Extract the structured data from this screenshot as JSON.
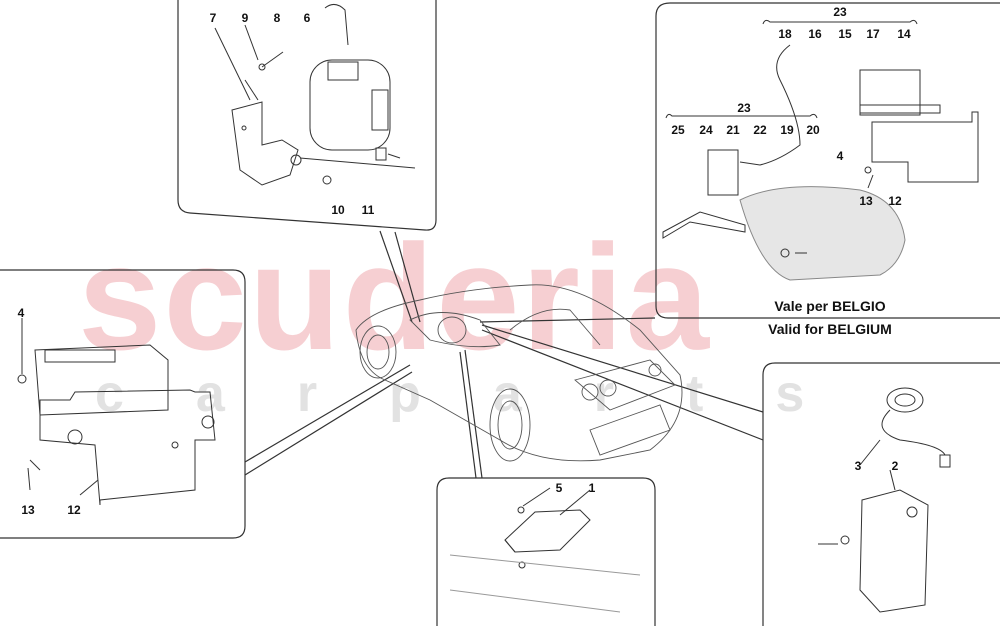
{
  "watermark": {
    "brand": "scuderia",
    "sub": "c a r p a r t s",
    "color": "#f6cfd2"
  },
  "panel_top_center": {
    "labels": [
      "7",
      "9",
      "8",
      "6",
      "10",
      "11"
    ]
  },
  "panel_top_right": {
    "labels": [
      "23",
      "18",
      "16",
      "15",
      "17",
      "14",
      "23",
      "25",
      "24",
      "21",
      "22",
      "19",
      "20",
      "4",
      "13",
      "12"
    ],
    "note_it": "Vale per BELGIO",
    "note_en": "Valid for BELGIUM"
  },
  "panel_left": {
    "labels": [
      "4",
      "13",
      "12"
    ]
  },
  "panel_bottom_center": {
    "labels": [
      "5",
      "1"
    ]
  },
  "panel_bottom_right": {
    "labels": [
      "3",
      "2"
    ]
  }
}
